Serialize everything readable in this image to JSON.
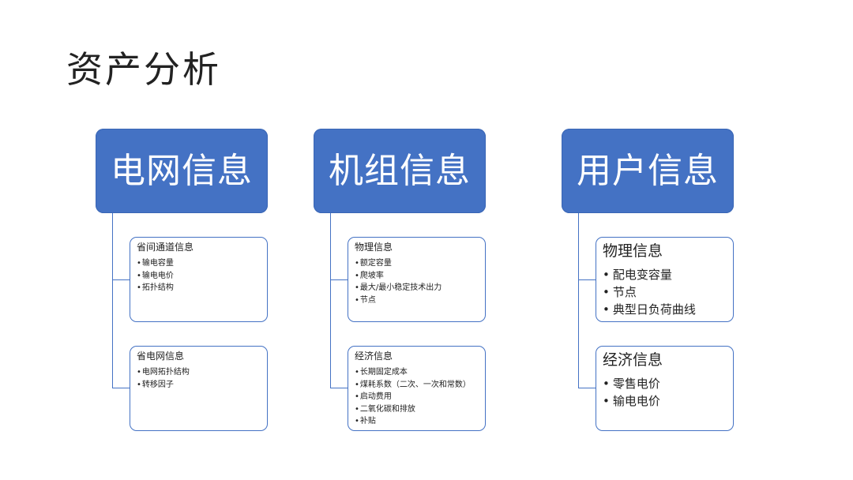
{
  "title": "资产分析",
  "columns": [
    {
      "header": "电网信息",
      "boxes": [
        {
          "title": "省间通道信息",
          "items": [
            "输电容量",
            "输电电价",
            "拓扑结构"
          ]
        },
        {
          "title": "省电网信息",
          "items": [
            "电网拓扑结构",
            "转移因子"
          ]
        }
      ]
    },
    {
      "header": "机组信息",
      "boxes": [
        {
          "title": "物理信息",
          "items": [
            "额定容量",
            "爬坡率",
            "最大/最小稳定技术出力",
            "节点"
          ]
        },
        {
          "title": "经济信息",
          "items": [
            "长期固定成本",
            "煤耗系数（二次、一次和常数）",
            "启动费用",
            "二氧化碳和排放",
            "补贴"
          ]
        }
      ]
    },
    {
      "header": "用户信息",
      "boxes": [
        {
          "title": "物理信息",
          "items": [
            "配电变容量",
            "节点",
            "典型日负荷曲线"
          ]
        },
        {
          "title": "经济信息",
          "items": [
            "零售电价",
            "输电电价"
          ]
        }
      ]
    }
  ],
  "colors": {
    "accent": "#4472c4",
    "header_text": "#ffffff"
  }
}
